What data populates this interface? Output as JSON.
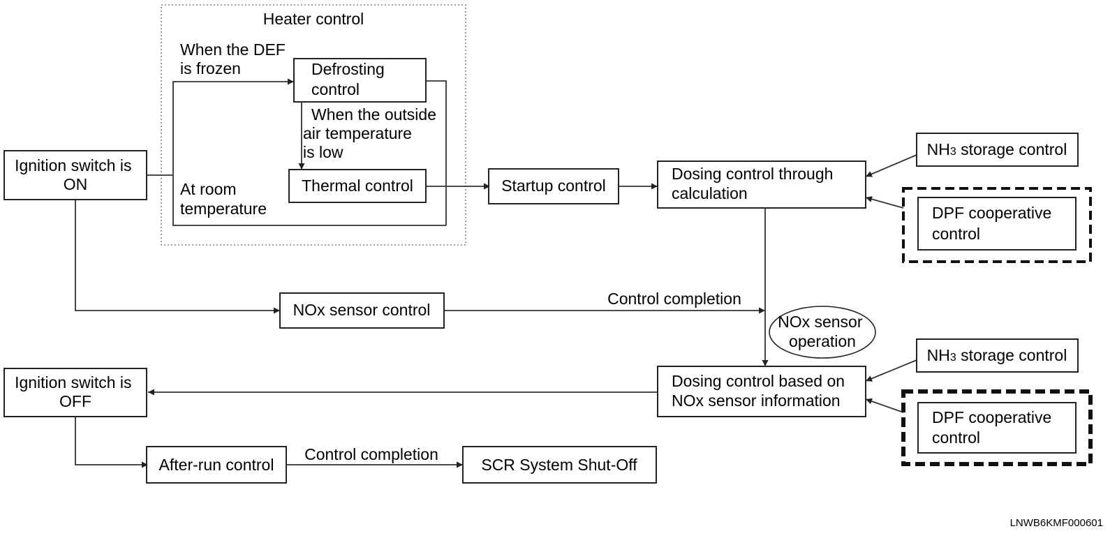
{
  "heater_group": {
    "title": "Heater control"
  },
  "nodes": {
    "ignition_on": [
      "Ignition switch is",
      "ON"
    ],
    "defrosting": [
      "Defrosting",
      "control"
    ],
    "thermal": [
      "Thermal control"
    ],
    "startup": [
      "Startup control"
    ],
    "dosing_calc": [
      "Dosing control through",
      "calculation"
    ],
    "nh3_top": {
      "prefix": "NH",
      "sub": "3",
      "suffix": " storage control"
    },
    "dpf_top": [
      "DPF cooperative",
      "control"
    ],
    "nox_sensor_control": [
      "NOx sensor control"
    ],
    "nox_operation": [
      "NOx sensor",
      "operation"
    ],
    "dosing_nox": [
      "Dosing control based on",
      "NOx sensor information"
    ],
    "nh3_bottom": {
      "prefix": "NH",
      "sub": "3",
      "suffix": " storage control"
    },
    "dpf_bottom": [
      "DPF cooperative",
      "control"
    ],
    "ignition_off": [
      "Ignition switch is",
      "OFF"
    ],
    "after_run": [
      "After-run control"
    ],
    "shutoff": [
      "SCR System Shut-Off"
    ]
  },
  "edge_labels": {
    "frozen": [
      "When the DEF",
      "is frozen"
    ],
    "outside_low": [
      "When the outside",
      "air temperature",
      "is low"
    ],
    "room_temp": [
      "At room",
      "temperature"
    ],
    "completion_1": "Control completion",
    "completion_2": "Control completion"
  },
  "figure_code": "LNWB6KMF000601"
}
